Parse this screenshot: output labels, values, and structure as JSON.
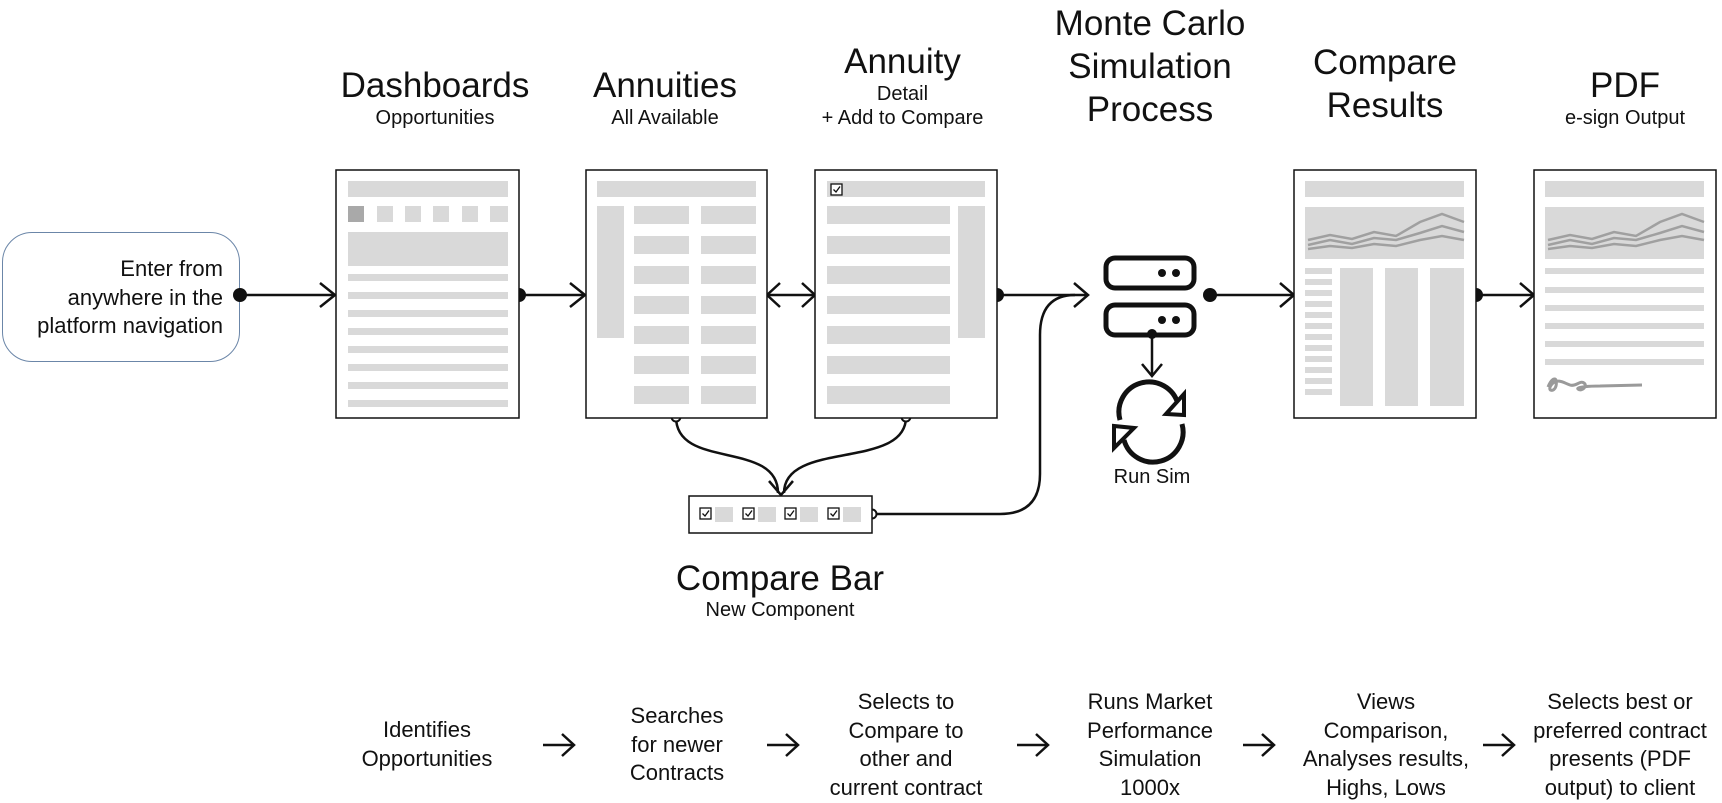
{
  "stages": [
    {
      "key": "dashboards",
      "title": "Dashboards",
      "subtitle": "Opportunities"
    },
    {
      "key": "annuities",
      "title": "Annuities",
      "subtitle": "All Available"
    },
    {
      "key": "annuity",
      "title": "Annuity",
      "subtitle": "Detail\n+ Add to Compare"
    },
    {
      "key": "montecarlo",
      "title": "Monte Carlo\nSimulation\nProcess",
      "subtitle": ""
    },
    {
      "key": "compare",
      "title": "Compare\nResults",
      "subtitle": ""
    },
    {
      "key": "pdf",
      "title": "PDF",
      "subtitle": "e-sign Output"
    }
  ],
  "entry": {
    "label": "Enter from\nanywhere in the\nplatform navigation"
  },
  "compare_bar": {
    "title": "Compare Bar",
    "subtitle": "New Component"
  },
  "run_sim": {
    "label": "Run Sim"
  },
  "steps": [
    "Identifies\nOpportunities",
    "Searches\nfor newer\nContracts",
    "Selects to\nCompare to\nother and\ncurrent contract",
    "Runs Market\nPerformance\nSimulation\n1000x",
    "Views\nComparison,\nAnalyses results,\nHighs, Lows",
    "Selects best or\npreferred contract\npresents (PDF\noutput) to client"
  ],
  "colors": {
    "line": "#111111",
    "placeholder": "#d9d9d9",
    "entry_border": "#6b86a8"
  }
}
